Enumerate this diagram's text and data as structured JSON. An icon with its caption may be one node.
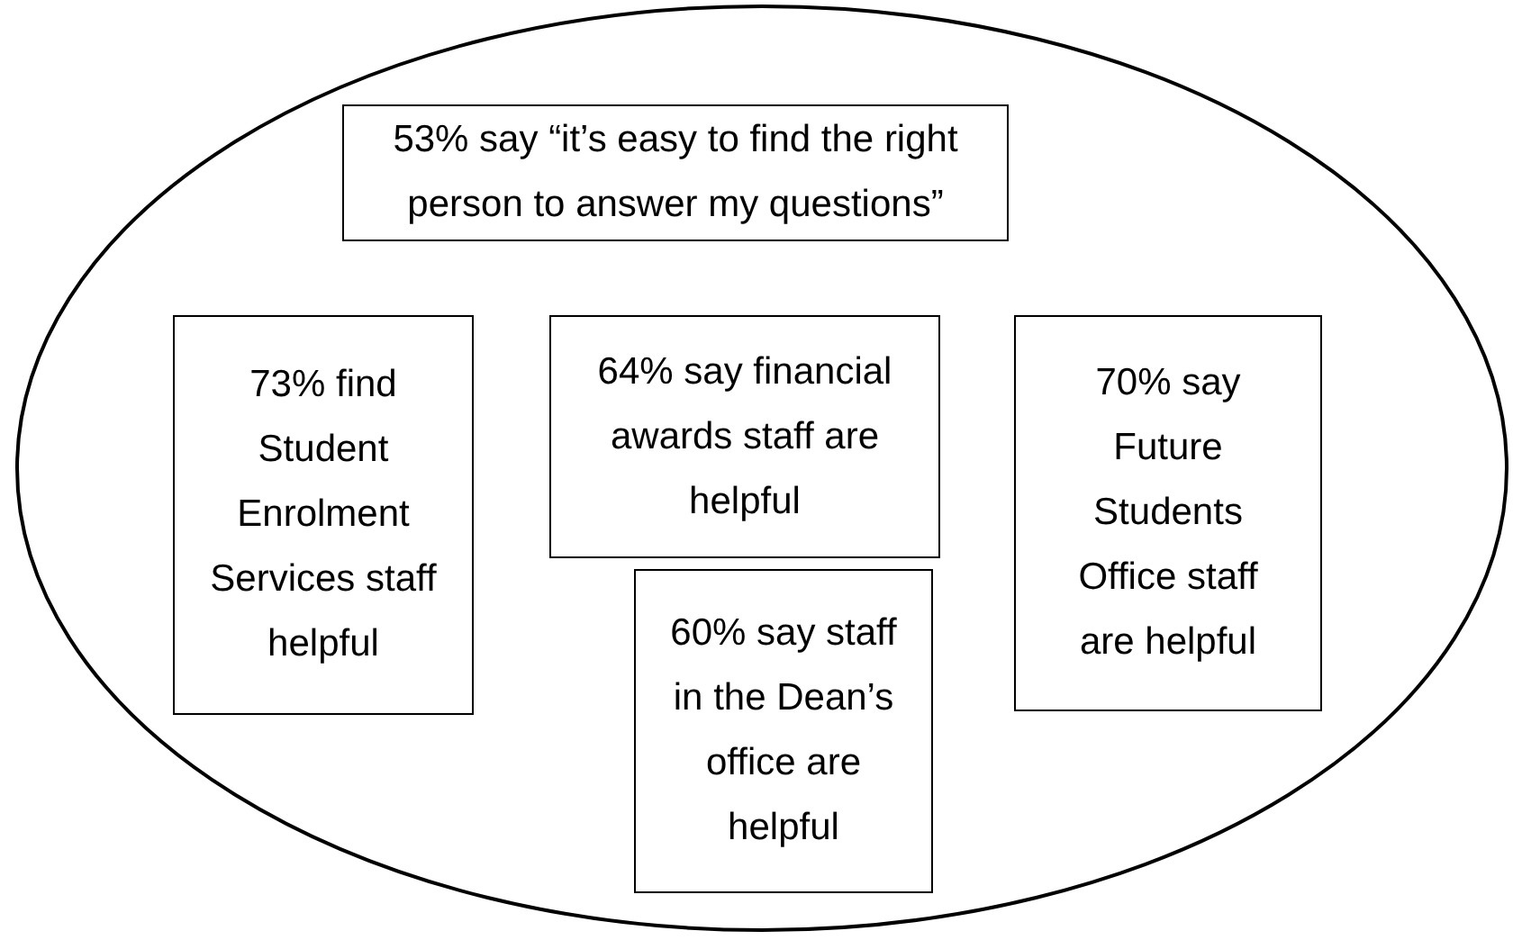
{
  "diagram": {
    "nodes": [
      {
        "text": [],
        "shape": "ellipse"
      },
      {
        "text": [
          "53% say “it’s easy to find the right person to answer my questions”"
        ],
        "in": 0
      },
      {
        "text": [
          "73% find Student Enrolment Services staff helpful"
        ],
        "in": 0
      },
      {
        "text": [
          "64% say financial awards staff are helpful"
        ],
        "in": 0
      },
      {
        "text": [
          "70% say Future Students Office staff are helpful"
        ],
        "in": 0
      },
      {
        "text": [
          "60% say staff in the Dean’s office are helpful"
        ],
        "in": 0
      }
    ]
  }
}
